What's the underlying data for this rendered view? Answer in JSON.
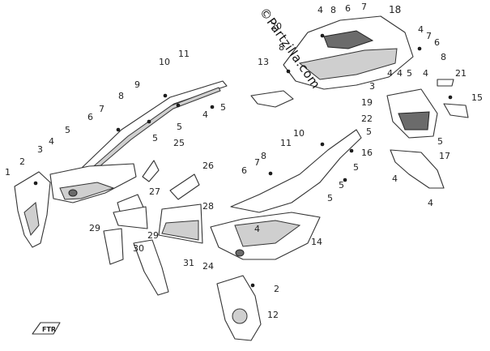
{
  "watermark": "©Partzilla.com",
  "logo_text": "FTR",
  "labels": [
    "1",
    "2",
    "3",
    "4",
    "5",
    "6",
    "7",
    "8",
    "9",
    "10",
    "11",
    "4",
    "5",
    "5",
    "25",
    "26",
    "27",
    "28",
    "29",
    "29",
    "30",
    "31",
    "24",
    "5",
    "6",
    "7",
    "8",
    "11",
    "10",
    "22",
    "5",
    "16",
    "5",
    "5",
    "5",
    "14",
    "4",
    "2",
    "12",
    "20",
    "4",
    "8",
    "6",
    "7",
    "18",
    "8",
    "4",
    "7",
    "6",
    "8",
    "13",
    "4",
    "4",
    "5",
    "4",
    "21",
    "19",
    "15",
    "5",
    "17",
    "4",
    "4",
    "3"
  ]
}
